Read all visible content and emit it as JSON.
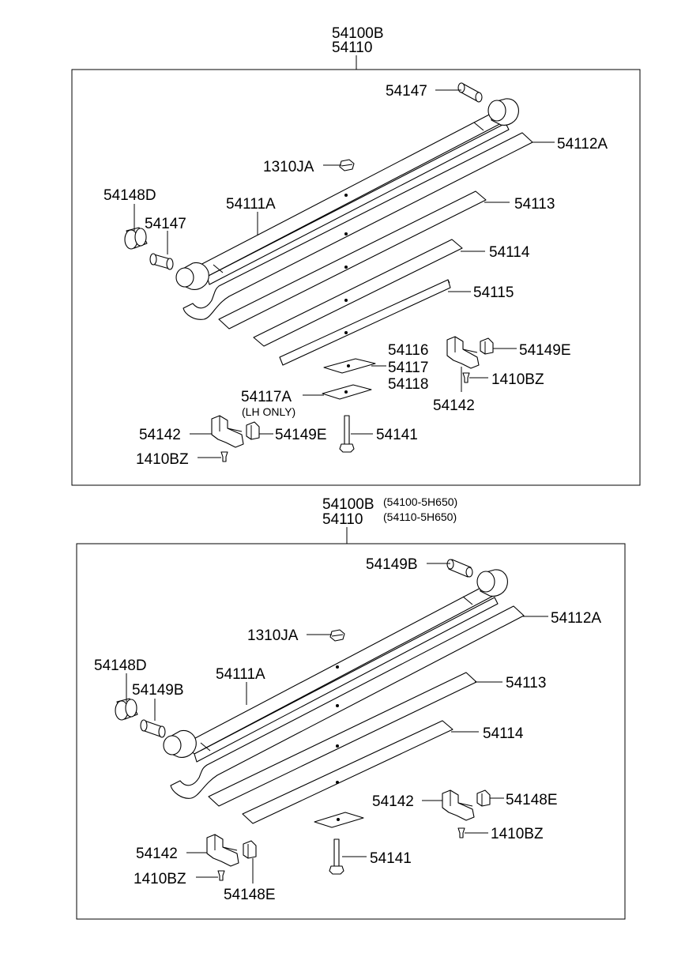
{
  "top": {
    "title_lines": [
      "54100B",
      "54110"
    ],
    "callouts": {
      "pin_right": "54147",
      "leaf_2": "54112A",
      "nut": "1310JA",
      "bushing": "54148D",
      "pin_left": "54147",
      "main_leaf": "54111A",
      "leaf_3": "54113",
      "leaf_4": "54114",
      "leaf_5": "54115",
      "pad_group_1": "54116",
      "pad_group_2": "54117",
      "pad_group_3": "54118",
      "clip_right": "54149E",
      "clip_bolt_right": "1410BZ",
      "clamp_right": "54142",
      "pad_lh": "54117A",
      "pad_lh_note": "(LH ONLY)",
      "clamp_left": "54142",
      "clip_left": "54149E",
      "center_bolt": "54141",
      "clip_bolt_left": "1410BZ"
    }
  },
  "bottom": {
    "title_lines": [
      "54100B",
      "54110"
    ],
    "title_notes": [
      "(54100-5H650)",
      "(54110-5H650)"
    ],
    "callouts": {
      "pin_right": "54149B",
      "leaf_2": "54112A",
      "nut": "1310JA",
      "bushing": "54148D",
      "pin_left": "54149B",
      "main_leaf": "54111A",
      "leaf_3": "54113",
      "leaf_4": "54114",
      "clamp_right": "54142",
      "clip_right": "54148E",
      "clip_bolt_right": "1410BZ",
      "center_bolt": "54141",
      "clamp_left": "54142",
      "clip_bolt_left": "1410BZ",
      "clip_left": "54148E"
    }
  }
}
